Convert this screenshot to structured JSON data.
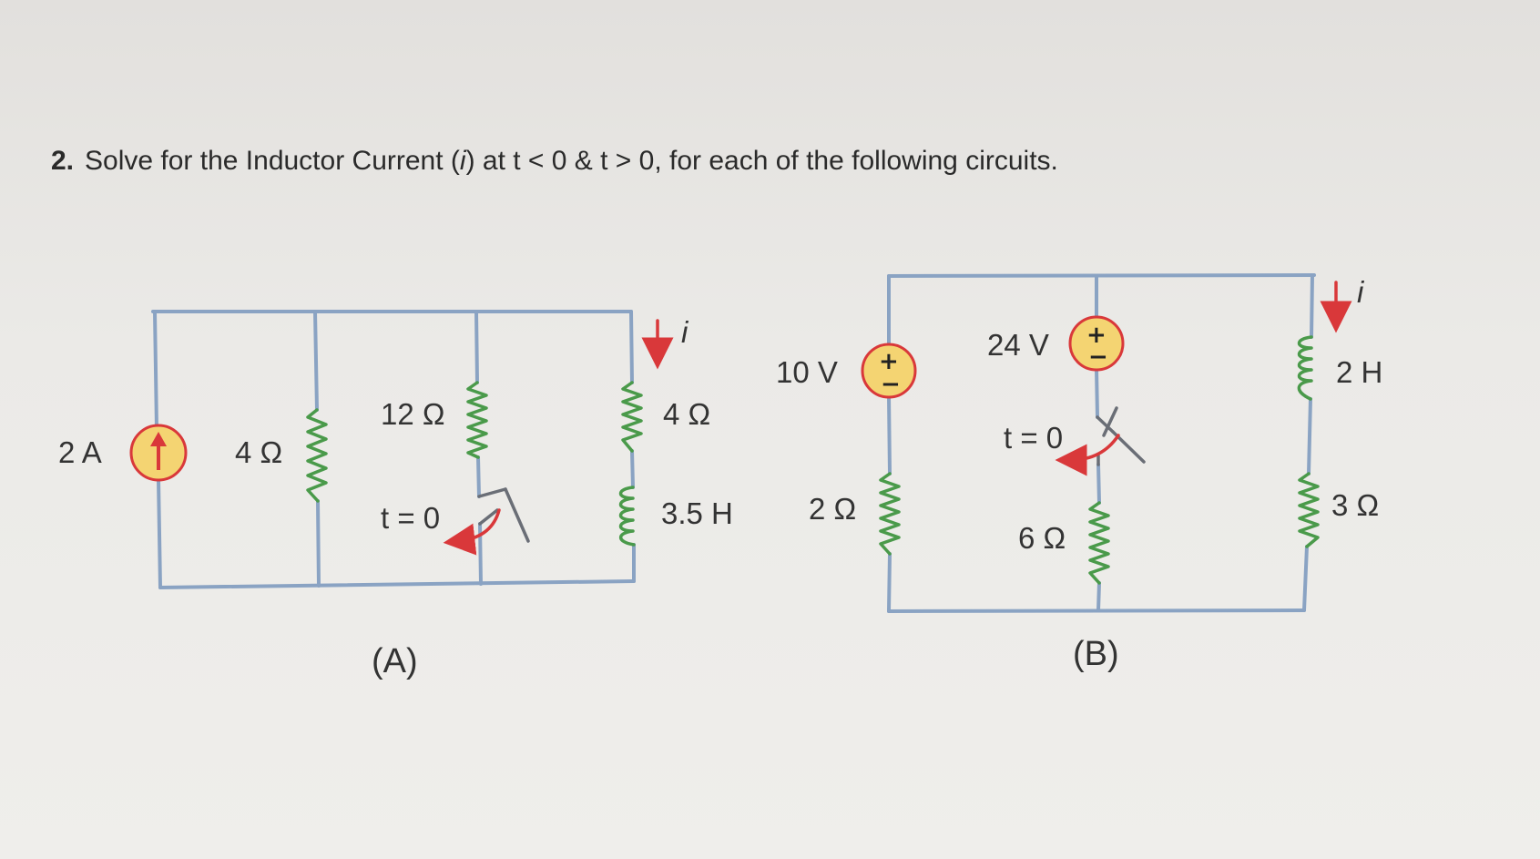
{
  "question": {
    "number": "2.",
    "text_before": "Solve for the Inductor Current (",
    "variable": "i",
    "text_after": ") at t < 0 & t > 0, for each of the following circuits."
  },
  "circuit_a": {
    "caption": "(A)",
    "current_source": "2 A",
    "r1": "4 Ω",
    "r2": "12 Ω",
    "switch_label": "t = 0",
    "r3": "4 Ω",
    "inductor": "3.5 H",
    "current_label": "i"
  },
  "circuit_b": {
    "caption": "(B)",
    "source1": "10 V",
    "r1": "2 Ω",
    "source2": "24 V",
    "switch_label": "t = 0",
    "r2": "6 Ω",
    "inductor": "2 H",
    "r3": "3 Ω",
    "current_label": "i",
    "plus_sign": "+",
    "minus_sign": "−"
  }
}
